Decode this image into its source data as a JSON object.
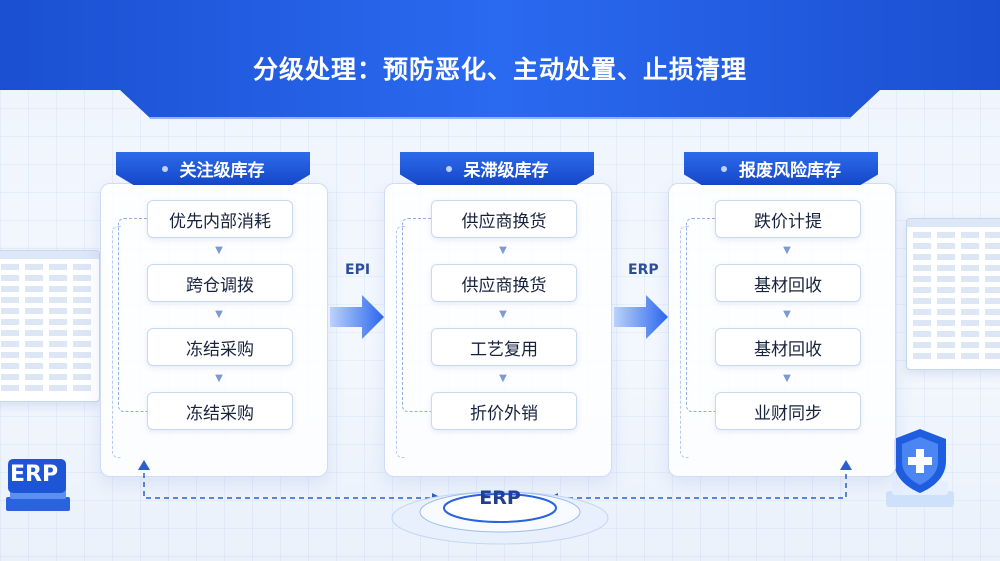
{
  "title": "分级处理：预防恶化、主动处置、止损清理",
  "columns": [
    {
      "header": "关注级库存",
      "items": [
        "优先内部消耗",
        "跨仓调拨",
        "冻结采购",
        "冻结采购"
      ]
    },
    {
      "header": "呆滞级库存",
      "items": [
        "供应商换货",
        "供应商换货",
        "工艺复用",
        "折价外销"
      ]
    },
    {
      "header": "报废风险库存",
      "items": [
        "跌价计提",
        "基材回收",
        "基材回收",
        "业财同步"
      ]
    }
  ],
  "arrow_labels": [
    "EPI",
    "ERP"
  ],
  "center_label": "ERP",
  "logo_text": "ERP",
  "colors": {
    "primary": "#1a56db",
    "dark": "#1447c8",
    "light": "#eef4fd"
  },
  "icons": [
    "shield-plus-icon"
  ]
}
